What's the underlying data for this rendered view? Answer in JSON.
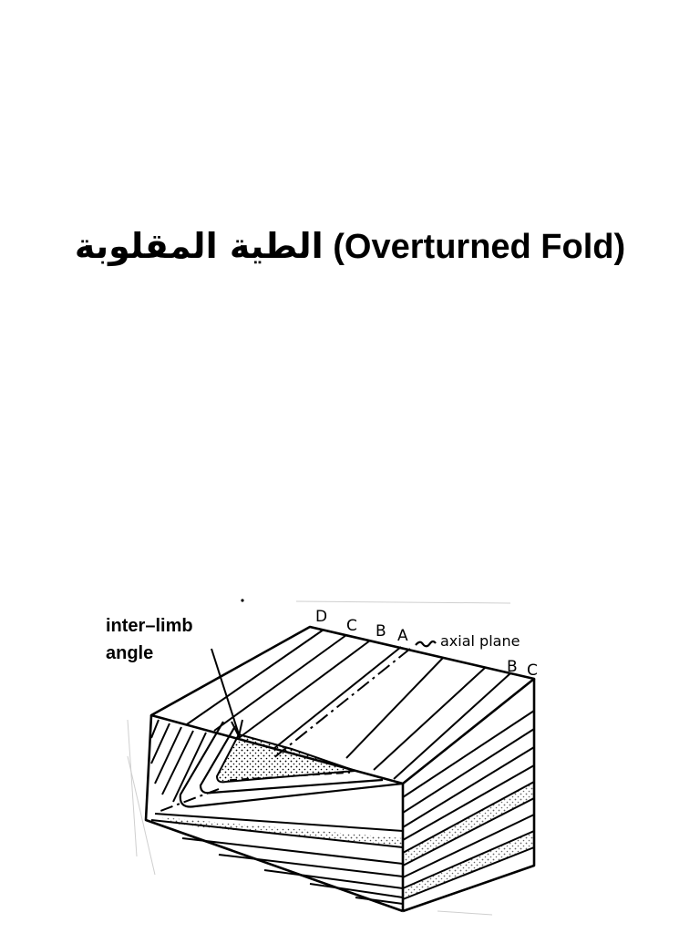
{
  "title": {
    "arabic": "الطية المقلوبة",
    "english": "(Overturned Fold)"
  },
  "diagram": {
    "labels": {
      "inter_limb_line1": "inter–limb",
      "inter_limb_line2": "angle",
      "axial_plane": "axial plane",
      "D": "D",
      "C_top": "C",
      "B_top": "B",
      "A": "A",
      "B_right": "B",
      "C_right": "C"
    }
  }
}
